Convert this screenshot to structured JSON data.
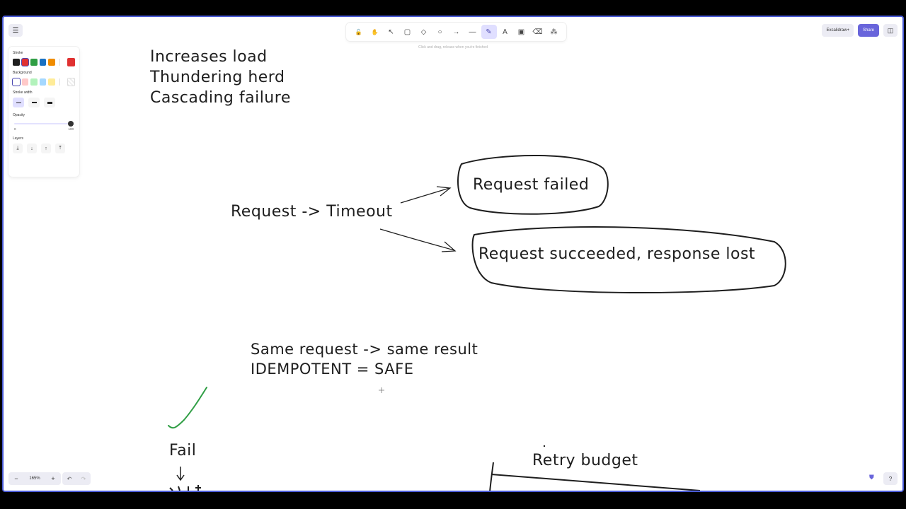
{
  "toolbar": {
    "tools": [
      {
        "name": "lock-tool",
        "glyph": "🔓"
      },
      {
        "name": "hand-tool",
        "glyph": "✋"
      },
      {
        "name": "selection-tool",
        "glyph": "↖"
      },
      {
        "name": "rectangle-tool",
        "glyph": "▢"
      },
      {
        "name": "diamond-tool",
        "glyph": "◇"
      },
      {
        "name": "ellipse-tool",
        "glyph": "○"
      },
      {
        "name": "arrow-tool",
        "glyph": "→"
      },
      {
        "name": "line-tool",
        "glyph": "—"
      },
      {
        "name": "draw-tool",
        "glyph": "✎",
        "active": true
      },
      {
        "name": "text-tool",
        "glyph": "A"
      },
      {
        "name": "image-tool",
        "glyph": "▣"
      },
      {
        "name": "eraser-tool",
        "glyph": "⌫"
      },
      {
        "name": "more-tools",
        "glyph": "⁂"
      }
    ],
    "hint": "Click and drag, release when you're finished"
  },
  "header": {
    "plus_label": "Excalidraw+",
    "share_label": "Share"
  },
  "panel": {
    "stroke_label": "Stroke",
    "stroke_colors": [
      "#1e1e1e",
      "#e03131",
      "#2f9e44",
      "#1971c2",
      "#f08c00"
    ],
    "stroke_current": "#e03131",
    "background_label": "Background",
    "background_colors": [
      "transparent",
      "#ffc9c9",
      "#b2f2bb",
      "#a5d8ff",
      "#ffec99"
    ],
    "stroke_width_label": "Stroke width",
    "opacity_label": "Opacity",
    "opacity_min": "0",
    "opacity_max": "100",
    "layers_label": "Layers"
  },
  "canvas": {
    "notes": [
      "Increases load",
      "Thundering herd",
      "Cascading failure"
    ],
    "request_timeout": "Request -> Timeout",
    "request_failed": "Request failed",
    "request_succeeded": "Request succeeded, response lost",
    "same_request": "Same request -> same result",
    "idempotent": "IDEMPOTENT = SAFE",
    "fail": "Fail",
    "retry_budget": "Retry budget",
    "check_color": "#2f9e44"
  },
  "footer": {
    "zoom": "165%"
  }
}
